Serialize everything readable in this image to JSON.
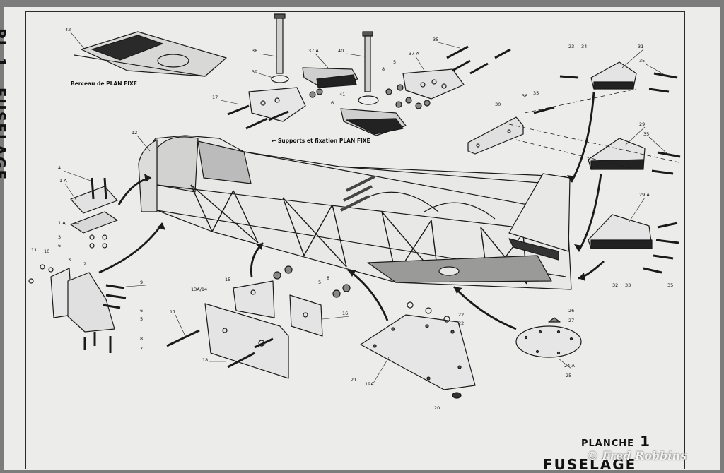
{
  "sheet": {
    "side_title_code": "PL.1",
    "side_title_name": "FUSELAGE",
    "planche_word": "PLANCHE",
    "planche_number": "1",
    "stamp_text": "FUSELAGE",
    "credit": "© Fred Robbins"
  },
  "captions": {
    "berceau": "Berceau de PLAN FIXE",
    "supports": "← Supports et fixation PLAN FIXE"
  },
  "part_labels": [
    "42",
    "38",
    "39",
    "40",
    "37 A",
    "37 A",
    "35",
    "8",
    "5",
    "17",
    "6",
    "41",
    "31",
    "23",
    "34",
    "35",
    "36",
    "35",
    "30",
    "29",
    "35",
    "29 A",
    "12",
    "4",
    "1 A",
    "1 A",
    "3",
    "6",
    "11",
    "10",
    "3",
    "2",
    "9",
    "6",
    "5",
    "8",
    "7",
    "17",
    "15",
    "13A/14",
    "5",
    "8",
    "16",
    "18",
    "21",
    "19A",
    "22",
    "22",
    "26",
    "27",
    "24 A",
    "25",
    "20",
    "32",
    "33",
    "35"
  ]
}
